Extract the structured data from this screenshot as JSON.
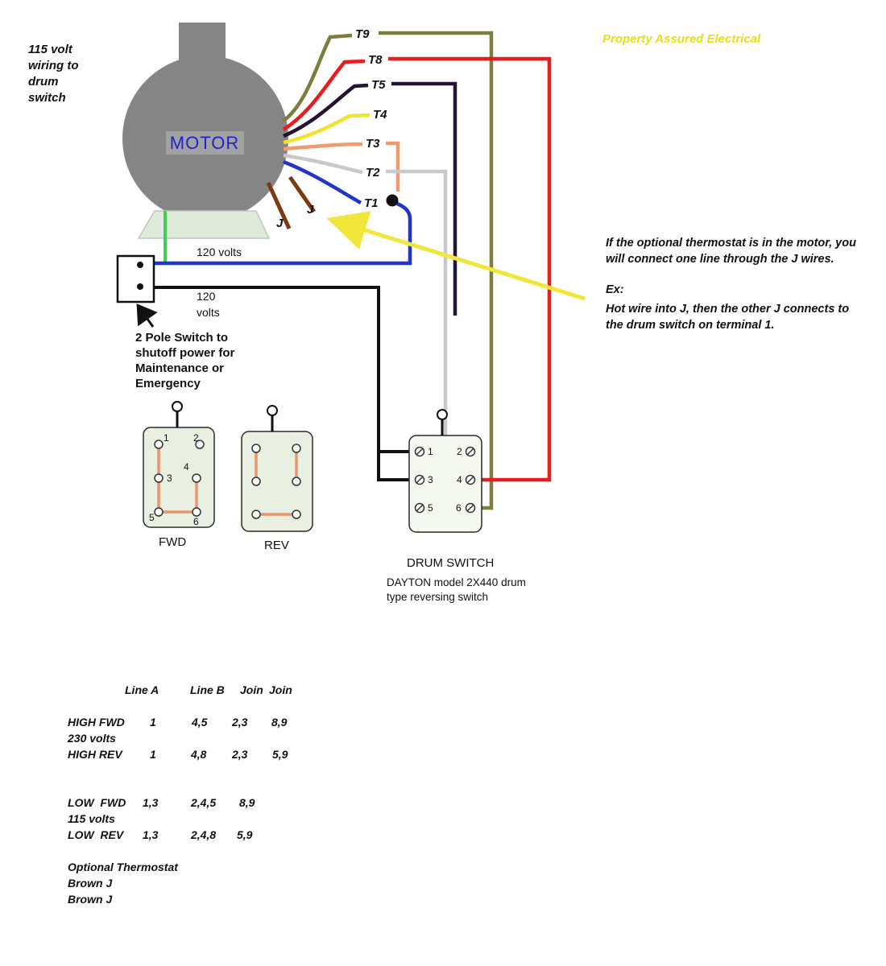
{
  "colors": {
    "t9_olive": "#7d7d3c",
    "t8_red": "#e81c1c",
    "t5_dark": "#241335",
    "t4_yellow": "#f2e32b",
    "t3_orange": "#ef9b6e",
    "t2_gray": "#c9c9c9",
    "t1_blue": "#1f35cc",
    "green": "#3fcf52",
    "black_wire": "#111111",
    "brown": "#7b3a10",
    "arrow_yellow": "#f1e73a",
    "jumper_orange": "#e8956d",
    "motor_gray": "#858585",
    "motor_label_bg": "#a2a2a2",
    "motor_text_blue": "#2222cc",
    "watermark_yellow": "#e8de18"
  },
  "header": {
    "title": "115 volt\nwiring to\ndrum\nswitch",
    "watermark": "Property Assured Electrical"
  },
  "motor": {
    "label": "MOTOR"
  },
  "wires": {
    "t9": "T9",
    "t8": "T8",
    "t5": "T5",
    "t4": "T4",
    "t3": "T3",
    "t2": "T2",
    "t1": "T1",
    "j_left": "J",
    "j_right": "J"
  },
  "power": {
    "volts_top": "120 volts",
    "volts_bottom": "120\nvolts",
    "switch_note": "2 Pole Switch to\nshutoff power for\nMaintenance or\nEmergency"
  },
  "fwd_switch": {
    "label": "FWD",
    "terminals": [
      "1",
      "2",
      "3",
      "4",
      "5",
      "6"
    ]
  },
  "rev_switch": {
    "label": "REV"
  },
  "drum_switch": {
    "label": "DRUM SWITCH",
    "model": "DAYTON model 2X440 drum\ntype reversing switch",
    "terminals": [
      "1",
      "2",
      "3",
      "4",
      "5",
      "6"
    ]
  },
  "notes": {
    "thermostat": "If the optional thermostat is in the motor, you\nwill connect one line through the J wires.",
    "ex_title": "Ex:",
    "ex_body": "Hot wire into J, then the other J connects to\nthe drum switch on terminal 1."
  },
  "table": {
    "header": {
      "line_a": "Line A",
      "line_b": "Line B",
      "join1": "Join",
      "join2": "Join"
    },
    "high_fwd": {
      "label": "HIGH FWD",
      "line_a": "1",
      "line_b": "4,5",
      "join1": "2,3",
      "join2": "8,9"
    },
    "volts_230": "230 volts",
    "high_rev": {
      "label": "HIGH REV",
      "line_a": "1",
      "line_b": "4,8",
      "join1": "2,3",
      "join2": "5,9"
    },
    "low_fwd": {
      "label": "LOW  FWD",
      "line_a": "1,3",
      "line_b": "2,4,5",
      "join1": "8,9"
    },
    "volts_115": "115 volts",
    "low_rev": {
      "label": "LOW  REV",
      "line_a": "1,3",
      "line_b": "2,4,8",
      "join1": "5,9"
    },
    "optional_thermostat": "Optional Thermostat",
    "brown_j1": "Brown J",
    "brown_j2": "Brown J"
  }
}
